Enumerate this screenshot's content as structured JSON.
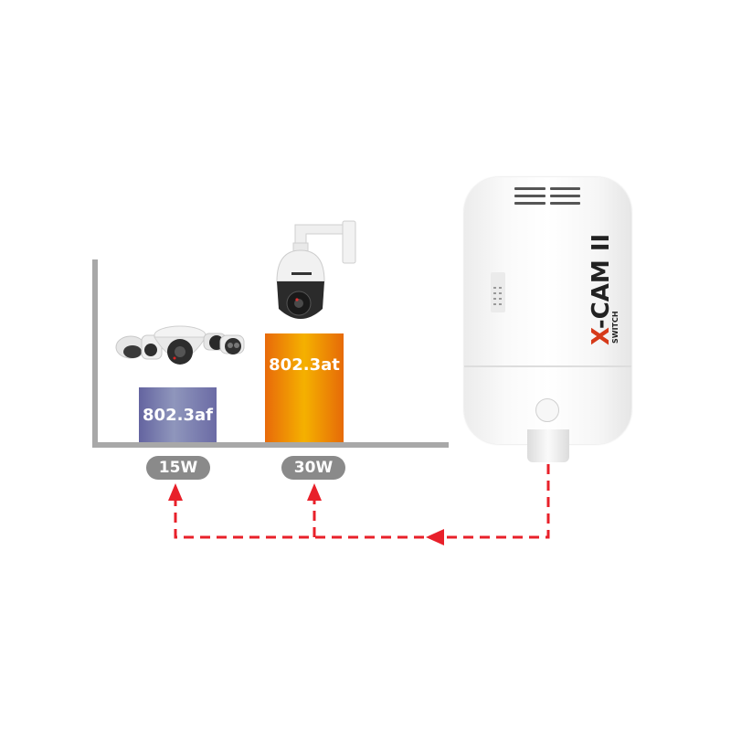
{
  "diagram": {
    "title": "",
    "bars": [
      {
        "id": "af",
        "label": "802.3af",
        "power_label": "15W",
        "color": "#7077a8",
        "device": "fixed IP cameras (dome/bullet)"
      },
      {
        "id": "at",
        "label": "802.3at",
        "power_label": "30W",
        "color": "#f29a00",
        "device": "PTZ speed dome camera"
      }
    ],
    "switch": {
      "brand": "X-CAM II",
      "sub_brand": "SWITCH",
      "brand_accent_color": "#d63a1a"
    },
    "connectors": {
      "style": "dashed",
      "color": "#e8202a",
      "direction": "switch-to-cameras"
    },
    "axis_color": "#a8a8a8",
    "pill_color": "#8a8a8a"
  },
  "chart_data": {
    "type": "bar",
    "categories": [
      "802.3af",
      "802.3at"
    ],
    "values": [
      15,
      30
    ],
    "title": "",
    "xlabel": "",
    "ylabel": "",
    "tick_labels": [
      "15W",
      "30W"
    ],
    "unit": "W"
  }
}
